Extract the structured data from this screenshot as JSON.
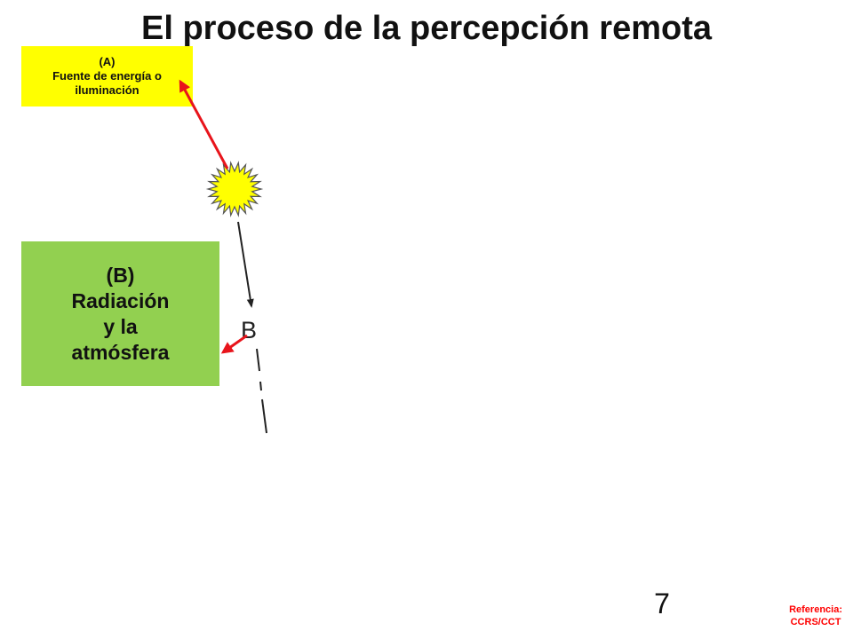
{
  "title": "El proceso de la percepción remota",
  "box_a": {
    "line1": "(A)",
    "line2": "Fuente de energía o",
    "line3": "iluminación"
  },
  "box_b": {
    "line1": "(B)",
    "line2": "Radiación",
    "line3": "y la",
    "line4": "atmósfera"
  },
  "diagram": {
    "label_b": "B"
  },
  "colors": {
    "box_a_bg": "#ffff00",
    "box_b_bg": "#92d050",
    "arrow": "#e8141b",
    "sun_fill": "#ffff00",
    "reference_text": "#ff0000"
  },
  "icons": [
    "sun-icon"
  ],
  "slide_number": "7",
  "reference": {
    "line1": "Referencia:",
    "line2": "CCRS/CCT"
  }
}
